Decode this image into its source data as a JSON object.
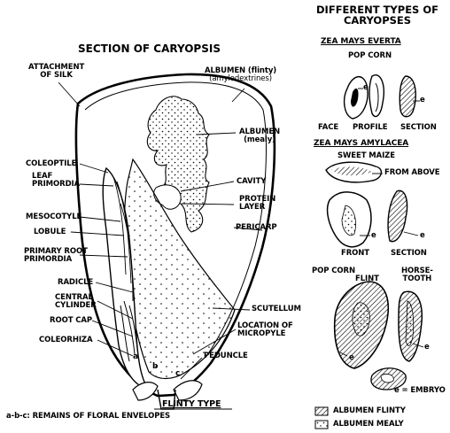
{
  "main": {
    "title": "SECTION OF CARYOPSIS",
    "labels": {
      "attachment_of_silk": [
        "ATTACHMENT",
        "OF SILK"
      ],
      "albumen_flinty": [
        "ALBUMEN (flinty)",
        "(amylodextrines)"
      ],
      "albumen_mealy": [
        "ALBUMEN",
        "(mealy)"
      ],
      "coleoptile": "COLEOPTILE",
      "leaf_primordia": [
        "LEAF",
        "PRIMORDIA"
      ],
      "cavity": "CAVITY",
      "protein_layer": [
        "PROTEIN",
        "LAYER"
      ],
      "mesocotyle": "MESOCOTYLE",
      "lobule": "LOBULE",
      "pericarp": "PERICARP",
      "primary_root_primordia": [
        "PRIMARY ROOT",
        "PRIMORDIA"
      ],
      "radicle": "RADICLE",
      "central_cylinder": [
        "CENTRAL",
        "CYLINDER"
      ],
      "root_cap": "ROOT CAP",
      "coleorhiza": "COLEORHIZA",
      "scutellum": "SCUTELLUM",
      "location_of_micropyle": [
        "LOCATION OF",
        "MICROPYLE"
      ],
      "peduncle": "PEDUNCLE",
      "letter_a": "a",
      "letter_b": "b",
      "letter_c": "c"
    },
    "type_caption": "FLINTY TYPE",
    "footnote": "a-b-c: REMAINS OF FLORAL ENVELOPES"
  },
  "side": {
    "title": [
      "DIFFERENT TYPES OF",
      "CARYOPSES"
    ],
    "everta": {
      "heading": "ZEA MAYS EVERTA",
      "sub": "POP CORN",
      "views": [
        "FACE",
        "PROFILE",
        "SECTION"
      ],
      "e": "e"
    },
    "amylacea": {
      "heading": "ZEA MAYS AMYLACEA",
      "sub": "SWEET MAIZE",
      "from_above": "FROM ABOVE",
      "views": [
        "FRONT",
        "SECTION"
      ],
      "e": "e"
    },
    "flint_horse": {
      "pop_corn": "POP CORN",
      "flint": "FLINT",
      "horse_tooth": [
        "HORSE-",
        "TOOTH"
      ],
      "e": "e",
      "embryo": "e = EMBRYO"
    },
    "legend": [
      {
        "label": "ALBUMEN FLINTY",
        "pattern": "hatch"
      },
      {
        "label": "ALBUMEN MEALY",
        "pattern": "dots"
      }
    ]
  }
}
